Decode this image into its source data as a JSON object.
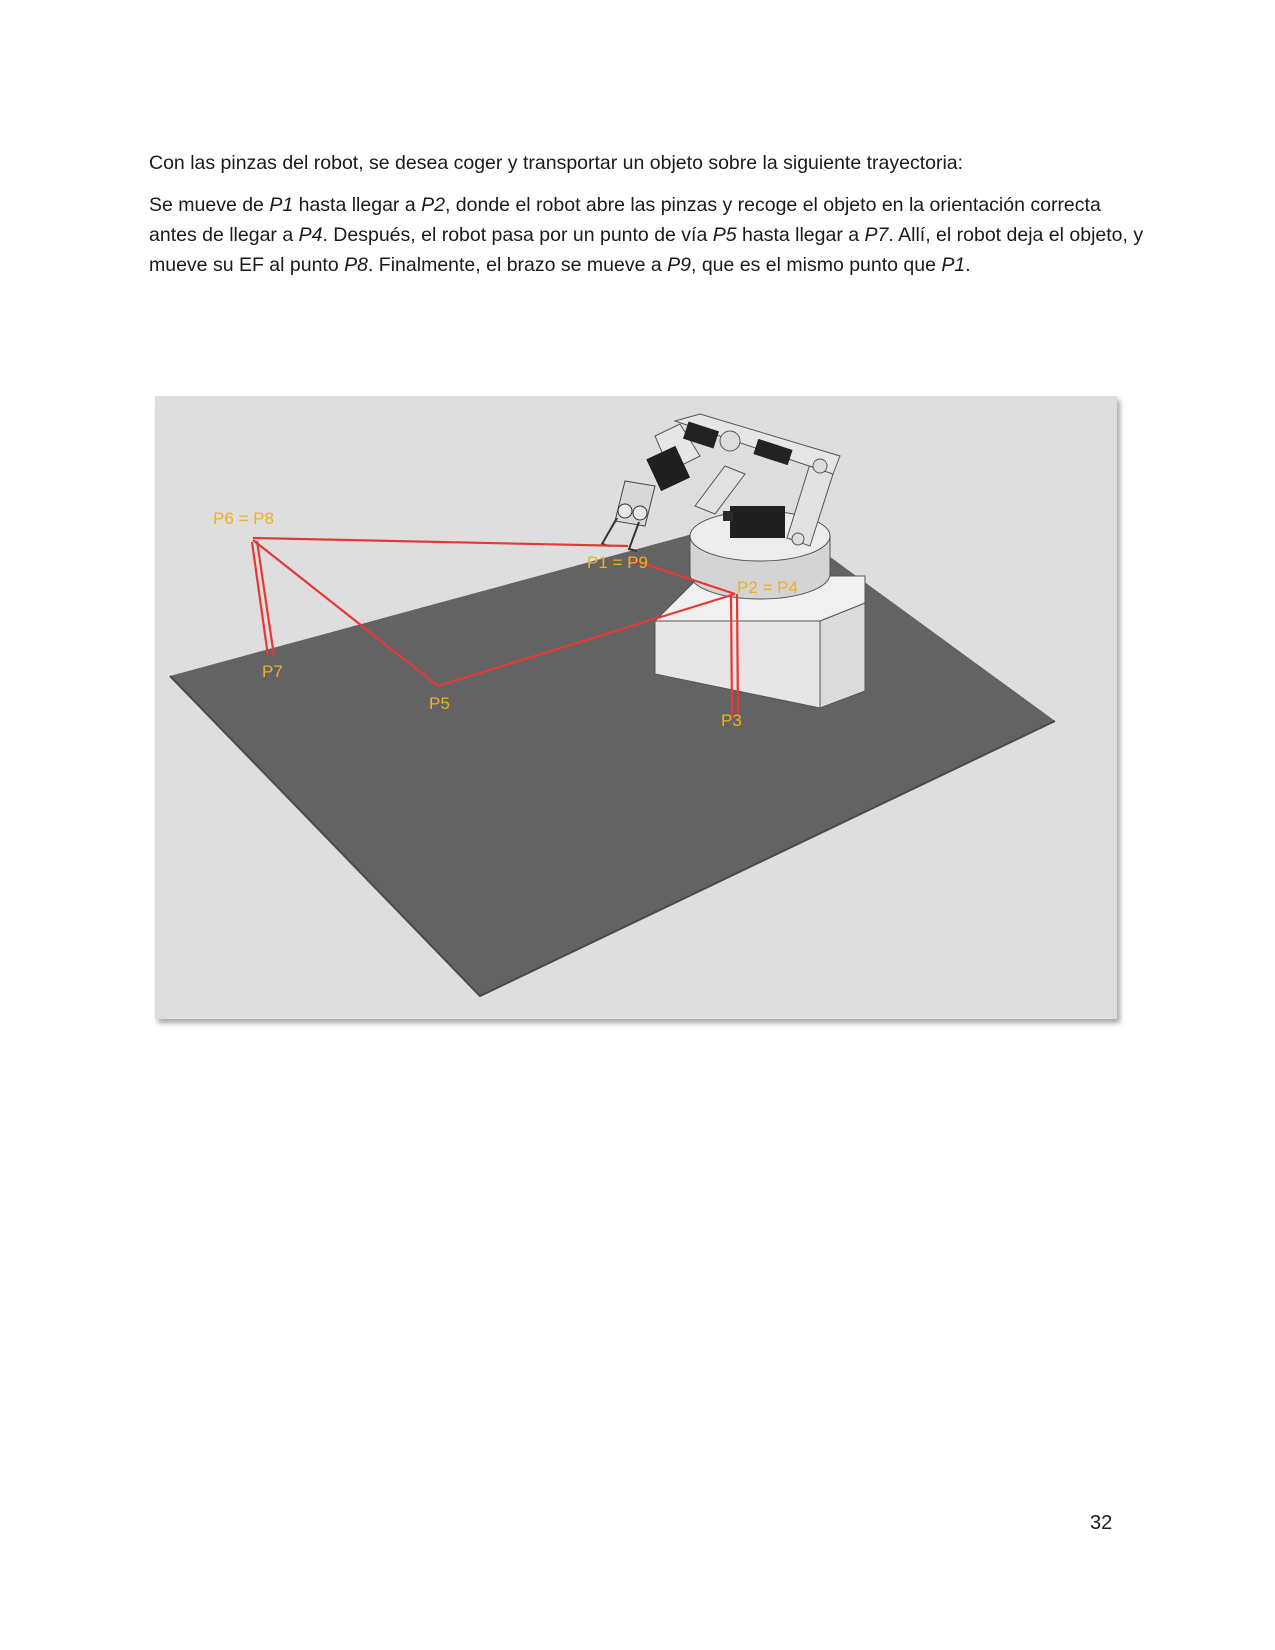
{
  "intro": "Con las pinzas del robot, se desea coger y transportar un objeto sobre la siguiente trayectoria:",
  "paragraph": [
    {
      "t": "Se mueve de ",
      "i": false
    },
    {
      "t": "P1",
      "i": true
    },
    {
      "t": " hasta llegar a ",
      "i": false
    },
    {
      "t": "P2",
      "i": true
    },
    {
      "t": ", donde el robot abre las pinzas y recoge el objeto en la orientación correcta antes de llegar a ",
      "i": false
    },
    {
      "t": "P4",
      "i": true
    },
    {
      "t": ". Después, el robot pasa por un punto de vía ",
      "i": false
    },
    {
      "t": "P5",
      "i": true
    },
    {
      "t": " hasta llegar a ",
      "i": false
    },
    {
      "t": "P7",
      "i": true
    },
    {
      "t": ". Allí, el robot deja el objeto, y mueve su EF al punto ",
      "i": false
    },
    {
      "t": "P8",
      "i": true
    },
    {
      "t": ". Finalmente, el brazo se mueve a ",
      "i": false
    },
    {
      "t": "P9",
      "i": true
    },
    {
      "t": ", que es el mismo punto que ",
      "i": false
    },
    {
      "t": "P1",
      "i": true
    },
    {
      "t": ".",
      "i": false
    }
  ],
  "figure": {
    "labels": {
      "p6_p8": "P6 = P8",
      "p1_p9": "P1 = P9",
      "p2_p4": "P2 = P4",
      "p7": "P7",
      "p5": "P5",
      "p3": "P3"
    },
    "colors": {
      "background": "#dedede",
      "floor": "#636363",
      "trajectory": "#e53935",
      "label": "#f2b01e",
      "base": "#e8e8e8"
    }
  },
  "page_number": "32"
}
